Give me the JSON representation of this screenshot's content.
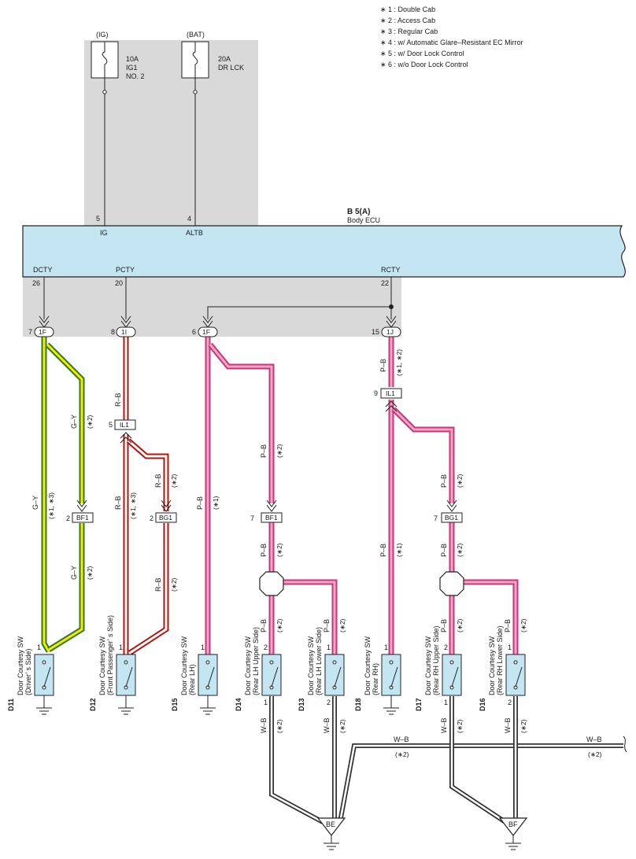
{
  "notes": [
    "∗ 1 : Double Cab",
    "∗ 2 : Access Cab",
    "∗ 3 : Regular Cab",
    "∗ 4 : w/ Automatic Glare–Resistant EC Mirror",
    "∗ 5 : w/ Door Lock Control",
    "∗ 6 : w/o Door Lock Control"
  ],
  "fuses": {
    "ig": {
      "supply": "(IG)",
      "rating": "10A",
      "name1": "IG1",
      "name2": "NO. 2"
    },
    "bat": {
      "supply": "(BAT)",
      "rating": "20A",
      "name1": "DR LCK"
    }
  },
  "ecu": {
    "code": "B 5(A)",
    "name": "Body ECU",
    "pin_ig": "5",
    "term_ig": "IG",
    "pin_altb": "4",
    "term_altb": "ALTB",
    "term_dcty": "DCTY",
    "pin_dcty": "26",
    "term_pcty": "PCTY",
    "pin_pcty": "20",
    "term_rcty": "RCTY",
    "pin_rcty": "22"
  },
  "connectors": {
    "c1": {
      "pin": "7",
      "id": "1F"
    },
    "c2": {
      "pin": "8",
      "id": "1I"
    },
    "c3": {
      "pin": "6",
      "id": "1F"
    },
    "c4": {
      "pin": "15",
      "id": "1J"
    },
    "il1_left": {
      "pin": "5",
      "id": "IL1"
    },
    "il1_right": {
      "pin": "9",
      "id": "IL1"
    },
    "bf1_a": {
      "pin": "2",
      "id": "BF1"
    },
    "bg1_a": {
      "pin": "2",
      "id": "BG1"
    },
    "bf1_b": {
      "pin": "7",
      "id": "BF1"
    },
    "bg1_b": {
      "pin": "7",
      "id": "BG1"
    }
  },
  "wire_labels": {
    "gy": "G–Y",
    "rb": "R–B",
    "pb": "P–B",
    "wb": "W–B",
    "n1": "(∗1)",
    "n2": "(∗2)",
    "n13": "(∗1, ∗3)",
    "n12": "(∗1, ∗2)"
  },
  "switches": {
    "d11": {
      "code": "D11",
      "line1": "Door Courtesy SW",
      "line2": "(Driver’ s Side)",
      "pin": "1"
    },
    "d12": {
      "code": "D12",
      "line1": "Door Courtesy SW",
      "line2": "(Front Passenger’ s Side)",
      "pin": "1"
    },
    "d15": {
      "code": "D15",
      "line1": "Door Courtesy SW",
      "line2": "(Rear LH)",
      "pin": "1"
    },
    "d14": {
      "code": "D14",
      "line1": "Door Courtesy SW",
      "line2": "(Rear LH Upper Side)",
      "pin_top": "2",
      "pin_bottom": "1"
    },
    "d13": {
      "code": "D13",
      "line1": "Door Courtesy SW",
      "line2": "(Rear LH Lower Side)",
      "pin_top": "1",
      "pin_bottom": "2"
    },
    "d18": {
      "code": "D18",
      "line1": "Door Courtesy SW",
      "line2": "(Rear RH)",
      "pin": "1"
    },
    "d17": {
      "code": "D17",
      "line1": "Door Courtesy SW",
      "line2": "(Rear RH Upper Side)",
      "pin_top": "2",
      "pin_bottom": "1"
    },
    "d16": {
      "code": "D16",
      "line1": "Door Courtesy SW",
      "line2": "(Rear RH Lower Side)",
      "pin_top": "1",
      "pin_bottom": "2"
    }
  },
  "grounds": {
    "be": "BE",
    "bf": "BF"
  },
  "colors": {
    "green": "#3aaa35",
    "yellow": "#ffe600",
    "red": "#e32119",
    "pink": "#f2a7c7",
    "ecu_fill": "#c4e6f3",
    "shade": "#d9d9d9"
  }
}
